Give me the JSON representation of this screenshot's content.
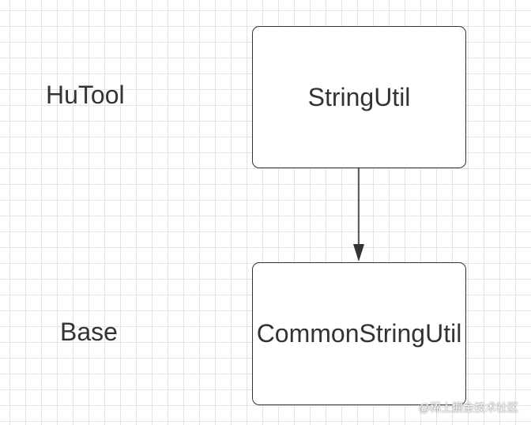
{
  "layers": {
    "top": "HuTool",
    "bottom": "Base"
  },
  "boxes": {
    "top": "StringUtil",
    "bottom": "CommonStringUtil"
  },
  "watermark": "@稀土掘金技术社区",
  "colors": {
    "stroke": "#333333",
    "grid": "#e3e3e3",
    "background": "#ffffff"
  }
}
